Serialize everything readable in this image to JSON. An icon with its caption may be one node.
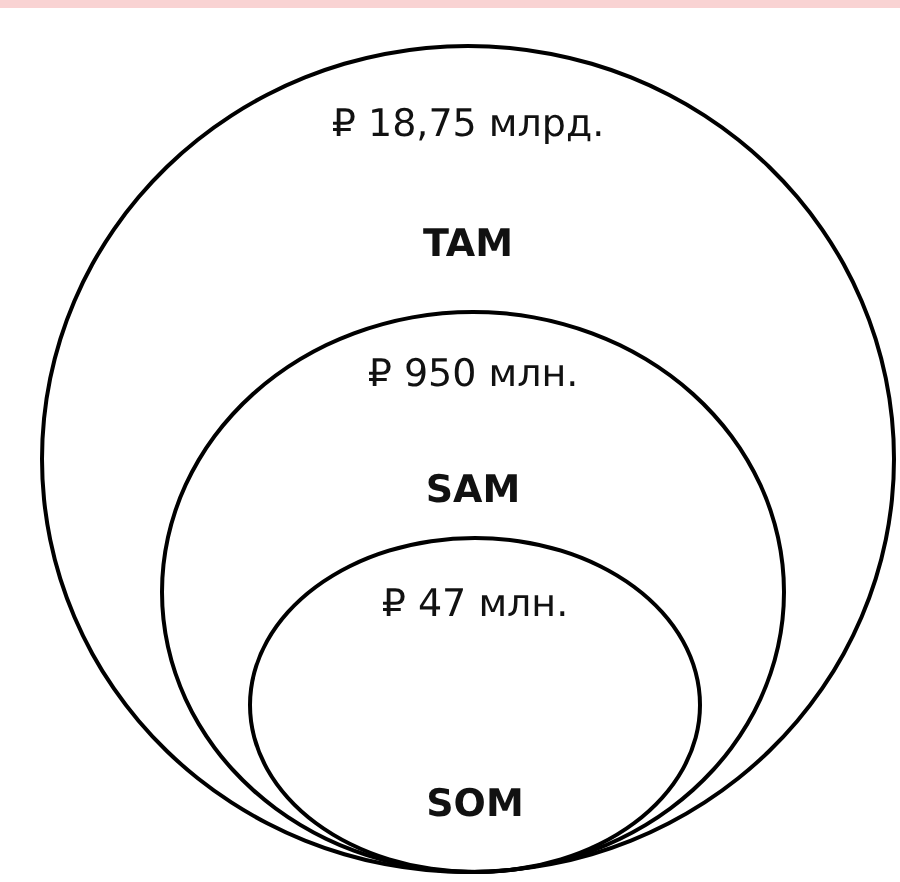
{
  "diagram": {
    "nodes": [
      {
        "text": [
          "₽ 18,75 млрд.",
          "TAM"
        ]
      },
      {
        "text": [
          "₽ 950 млн.",
          "SAM"
        ],
        "in": 0
      },
      {
        "text": [
          "₽ 47 млн.",
          "SOM"
        ],
        "in": 1
      }
    ]
  }
}
